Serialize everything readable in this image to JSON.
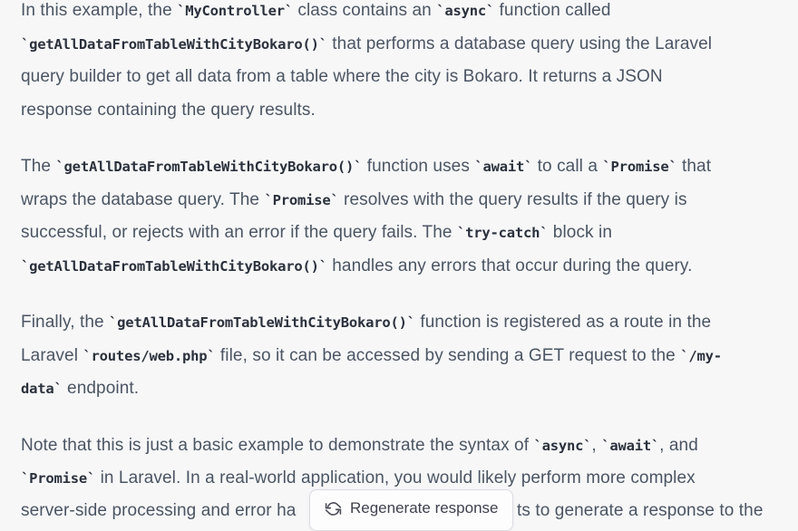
{
  "colors": {
    "page_background": "#f7f7f8",
    "body_text": "#4b5563",
    "code_text": "#2b313c",
    "button_background": "#fdfdfe",
    "button_border": "#dcdce3",
    "button_text": "#40414f"
  },
  "message": {
    "paragraphs": [
      {
        "lines": [
          [
            {
              "t": "In this example, the ",
              "c": false
            },
            {
              "t": "`MyController`",
              "c": true
            },
            {
              "t": " class contains an ",
              "c": false
            },
            {
              "t": "`async`",
              "c": true
            },
            {
              "t": " function called",
              "c": false
            }
          ],
          [
            {
              "t": "`getAllDataFromTableWithCityBokaro()`",
              "c": true
            },
            {
              "t": " that performs a database query using the Laravel",
              "c": false
            }
          ],
          [
            {
              "t": "query builder to get all data from a table where the city is Bokaro. It returns a JSON",
              "c": false
            }
          ],
          [
            {
              "t": "response containing the query results.",
              "c": false
            }
          ]
        ]
      },
      {
        "lines": [
          [
            {
              "t": "The ",
              "c": false
            },
            {
              "t": "`getAllDataFromTableWithCityBokaro()`",
              "c": true
            },
            {
              "t": " function uses ",
              "c": false
            },
            {
              "t": "`await`",
              "c": true
            },
            {
              "t": " to call a ",
              "c": false
            },
            {
              "t": "`Promise`",
              "c": true
            },
            {
              "t": " that",
              "c": false
            }
          ],
          [
            {
              "t": "wraps the database query. The ",
              "c": false
            },
            {
              "t": "`Promise`",
              "c": true
            },
            {
              "t": " resolves with the query results if the query is",
              "c": false
            }
          ],
          [
            {
              "t": "successful, or rejects with an error if the query fails. The ",
              "c": false
            },
            {
              "t": "`try-catch`",
              "c": true
            },
            {
              "t": " block in",
              "c": false
            }
          ],
          [
            {
              "t": "`getAllDataFromTableWithCityBokaro()`",
              "c": true
            },
            {
              "t": " handles any errors that occur during the query.",
              "c": false
            }
          ]
        ]
      },
      {
        "lines": [
          [
            {
              "t": "Finally, the ",
              "c": false
            },
            {
              "t": "`getAllDataFromTableWithCityBokaro()`",
              "c": true
            },
            {
              "t": " function is registered as a route in the",
              "c": false
            }
          ],
          [
            {
              "t": "Laravel ",
              "c": false
            },
            {
              "t": "`routes/web.php`",
              "c": true
            },
            {
              "t": " file, so it can be accessed by sending a GET request to the ",
              "c": false
            },
            {
              "t": "`/my-",
              "c": true
            }
          ],
          [
            {
              "t": "data`",
              "c": true
            },
            {
              "t": " endpoint.",
              "c": false
            }
          ]
        ]
      },
      {
        "lines": [
          [
            {
              "t": "Note that this is just a basic example to demonstrate the syntax of ",
              "c": false
            },
            {
              "t": "`async`",
              "c": true
            },
            {
              "t": ", ",
              "c": false
            },
            {
              "t": "`await`",
              "c": true
            },
            {
              "t": ", and",
              "c": false
            }
          ],
          [
            {
              "t": "`Promise`",
              "c": true
            },
            {
              "t": " in Laravel. In a real-world application, you would likely perform more complex",
              "c": false
            }
          ]
        ]
      }
    ],
    "split_line": {
      "left": "server-side processing and error ha",
      "right": "ts to generate a response to the"
    }
  },
  "regenerate_button": {
    "label": "Regenerate response",
    "icon": "regenerate-icon"
  }
}
